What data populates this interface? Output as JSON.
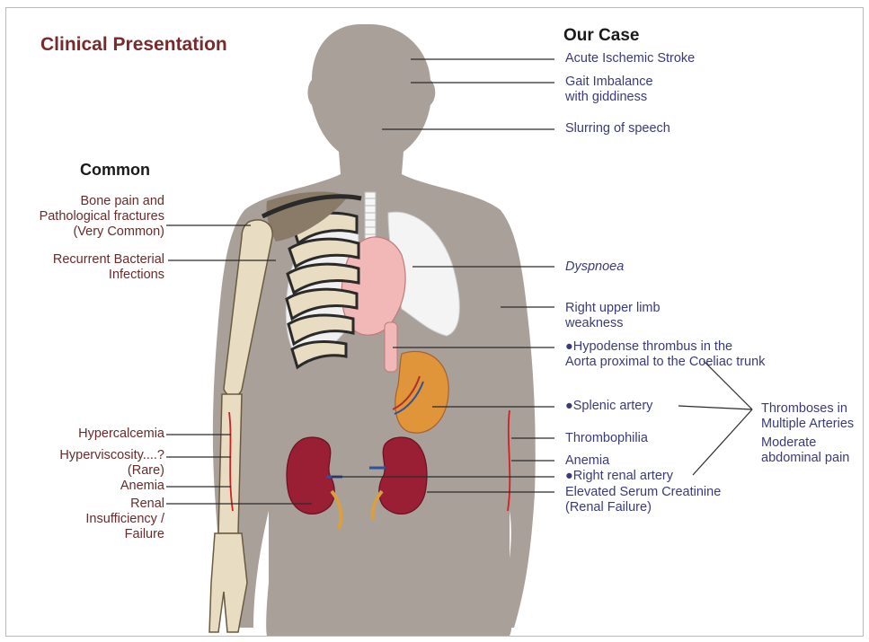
{
  "title": "Clinical Presentation",
  "our_case": {
    "heading": "Our Case",
    "items": [
      "Acute Ischemic Stroke",
      "Gait Imbalance",
      "with giddiness",
      "Slurring of speech",
      "Dyspnoea",
      "Right upper limb",
      "weakness",
      "●Hypodense thrombus in the",
      "Aorta proximal to the Coeliac trunk",
      "●Splenic artery",
      "Thrombophilia",
      "Anemia",
      "●Right renal artery",
      "Elevated Serum Creatinine",
      "(Renal Failure)"
    ]
  },
  "summary": {
    "line1": "Thromboses in",
    "line2": "Multiple Arteries",
    "line3": "Moderate",
    "line4": "abdominal pain"
  },
  "common": {
    "heading": "Common",
    "items": [
      "Bone pain and",
      "Pathological fractures",
      "(Very Common)",
      "Recurrent Bacterial",
      "Infections",
      "Hypercalcemia",
      "Hyperviscosity....?",
      "(Rare)",
      "Anemia",
      "Renal",
      "Insufficiency /",
      "Failure"
    ]
  },
  "colors": {
    "body": "#a9a09a",
    "title": "#7a2a2a",
    "case_text": "#3a3a7a",
    "common_text": "#6a2a2a",
    "kidney": "#9a1f35",
    "heart": "#f2b8b8",
    "lung": "#f4f4f4",
    "spleen": "#e0953a",
    "bone": "#e8dcc2"
  }
}
